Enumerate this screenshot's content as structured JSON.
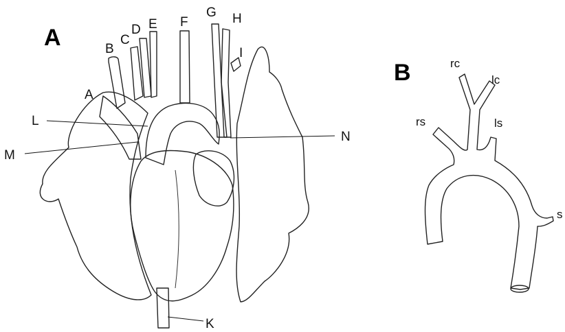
{
  "panel_a": {
    "title": "A",
    "labels": {
      "A": "A",
      "B": "B",
      "C": "C",
      "D": "D",
      "E": "E",
      "F": "F",
      "G": "G",
      "H": "H",
      "I": "I",
      "K": "K",
      "L": "L",
      "M": "M",
      "N": "N"
    }
  },
  "panel_b": {
    "title": "B",
    "labels": {
      "rc": "rc",
      "lc": "lc",
      "rs": "rs",
      "ls": "ls",
      "s": "s"
    }
  }
}
